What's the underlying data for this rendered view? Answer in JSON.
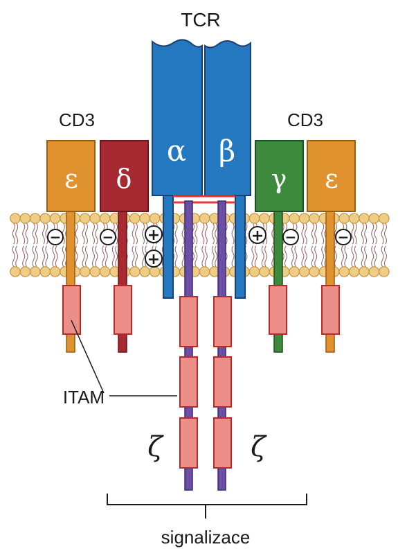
{
  "labels": {
    "tcr": "TCR",
    "cd3_left": "CD3",
    "cd3_right": "CD3",
    "itam": "ITAM",
    "signaling": "signalizace"
  },
  "chains": {
    "epsilon_left": "ε",
    "delta": "δ",
    "alpha": "α",
    "beta": "β",
    "gamma": "γ",
    "epsilon_right": "ε",
    "zeta_left": "ζ",
    "zeta_right": "ζ"
  },
  "charges": {
    "neg": "−",
    "pos": "+"
  },
  "colors": {
    "epsilon": "#e0922f",
    "delta": "#a72a33",
    "tcr": "#2478c0",
    "gamma": "#3d8a3c",
    "zeta": "#6b4fa5",
    "itam_fill": "#ec8f89",
    "itam_stroke": "#b32b2b",
    "lipid_head": "#f0cd86",
    "lipid_stroke": "#c2953f",
    "lipid_tail": "#9a6b6b",
    "disulfide": "#e03a3a"
  }
}
